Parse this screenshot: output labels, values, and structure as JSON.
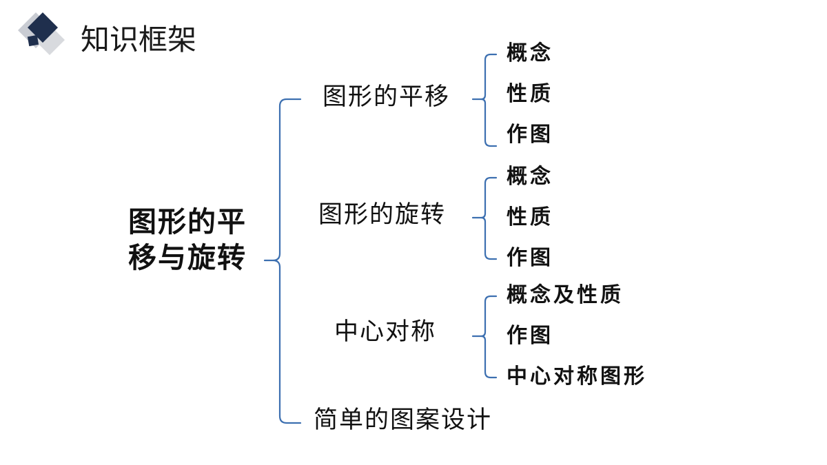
{
  "header": {
    "title": "知识框架"
  },
  "colors": {
    "brace": "#3c6fb0",
    "logo_dark": "#1f2f4d",
    "logo_light": "#c9ccd3"
  },
  "diagram": {
    "root": {
      "line1": "图形的平",
      "line2": "移与旋转"
    },
    "branches": [
      {
        "label": "图形的平移",
        "children": [
          "概念",
          "性质",
          "作图"
        ]
      },
      {
        "label": "图形的旋转",
        "children": [
          "概念",
          "性质",
          "作图"
        ]
      },
      {
        "label": "中心对称",
        "children": [
          "概念及性质",
          "作图",
          "中心对称图形"
        ]
      },
      {
        "label": "简单的图案设计",
        "children": []
      }
    ]
  }
}
